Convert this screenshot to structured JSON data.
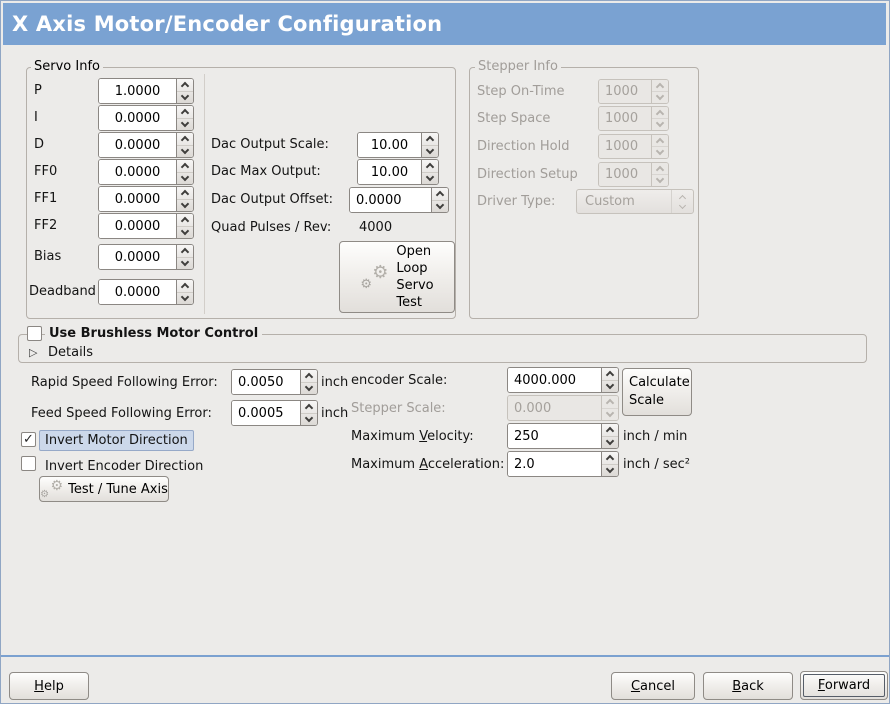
{
  "window": {
    "title": "X Axis Motor/Encoder Configuration"
  },
  "icons": {
    "check": "✓",
    "expander": "▷",
    "gear": "⚙"
  },
  "colors": {
    "titlebar": "#7aa2d2",
    "background": "#ecebe9",
    "separator": "#7ba1d0",
    "focus_highlight": "#ccd8ea",
    "disabled_text": "#a5a19c"
  },
  "servo_info": {
    "title": "Servo Info",
    "params": [
      {
        "label": "P",
        "value": "1.0000"
      },
      {
        "label": "I",
        "value": "0.0000"
      },
      {
        "label": "D",
        "value": "0.0000"
      },
      {
        "label": "FF0",
        "value": "0.0000"
      },
      {
        "label": "FF1",
        "value": "0.0000"
      },
      {
        "label": "FF2",
        "value": "0.0000"
      },
      {
        "label": "Bias",
        "value": "0.0000"
      },
      {
        "label": "Deadband",
        "value": "0.0000"
      }
    ],
    "dac_output_scale": {
      "label": "Dac Output Scale:",
      "value": "10.00"
    },
    "dac_max_output": {
      "label": "Dac Max Output:",
      "value": "10.00"
    },
    "dac_output_offset": {
      "label": "Dac Output Offset:",
      "value": "0.0000"
    },
    "quad_pulses": {
      "label": "Quad Pulses / Rev:",
      "value": "4000"
    },
    "open_loop_button": {
      "lines": [
        "Open",
        "Loop",
        "Servo",
        "Test"
      ]
    }
  },
  "stepper_info": {
    "title": "Stepper Info",
    "params": [
      {
        "label": "Step On-Time",
        "value": "1000"
      },
      {
        "label": "Step Space",
        "value": "1000"
      },
      {
        "label": "Direction Hold",
        "value": "1000"
      },
      {
        "label": "Direction Setup",
        "value": "1000"
      }
    ],
    "driver_type": {
      "label": "Driver Type:",
      "value": "Custom"
    }
  },
  "brushless": {
    "checkbox_label": "Use Brushless Motor Control",
    "details_label": "Details"
  },
  "following_error": {
    "rapid": {
      "label": "Rapid Speed Following Error:",
      "value": "0.0050",
      "unit": "inch"
    },
    "feed": {
      "label": "Feed Speed Following Error:",
      "value": "0.0005",
      "unit": "inch"
    }
  },
  "scales": {
    "encoder": {
      "label": "encoder Scale:",
      "value": "4000.000"
    },
    "stepper": {
      "label": "Stepper Scale:",
      "value": "0.000"
    },
    "calculate_button": {
      "lines": [
        "Calculate",
        "Scale"
      ]
    },
    "velocity": {
      "pre": "Maximum ",
      "u": "V",
      "post": "elocity:",
      "value": "250",
      "unit": "inch / min"
    },
    "acceleration": {
      "pre": "Maximum ",
      "u": "A",
      "post": "cceleration:",
      "value": "2.0",
      "unit": "inch / sec²"
    }
  },
  "direction": {
    "invert_motor_label": "Invert Motor Direction",
    "invert_encoder_label": "Invert Encoder Direction",
    "test_tune_button": "Test / Tune Axis"
  },
  "footer": {
    "help": {
      "u": "H",
      "post": "elp"
    },
    "cancel": {
      "u": "C",
      "post": "ancel"
    },
    "back": {
      "u": "B",
      "post": "ack"
    },
    "forward": {
      "u": "F",
      "post": "orward"
    }
  }
}
